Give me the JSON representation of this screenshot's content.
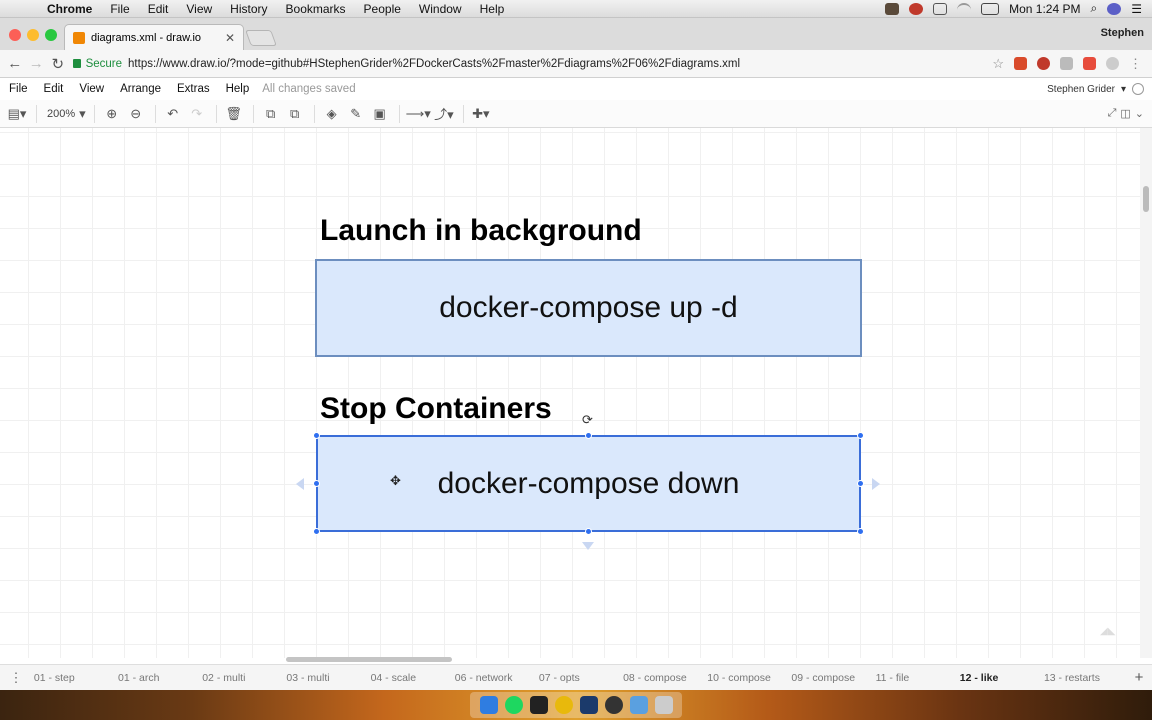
{
  "mac_menubar": {
    "app_name": "Chrome",
    "menus": [
      "File",
      "Edit",
      "View",
      "History",
      "Bookmarks",
      "People",
      "Window",
      "Help"
    ],
    "clock": "Mon 1:24 PM"
  },
  "browser": {
    "tab_title": "diagrams.xml - draw.io",
    "tab_close": "✕",
    "profile_name": "Stephen",
    "secure_label": "Secure",
    "url": "https://www.draw.io/?mode=github#HStephenGrider%2FDockerCasts%2Fmaster%2Fdiagrams%2F06%2Fdiagrams.xml"
  },
  "drawio_menu": {
    "items": [
      "File",
      "Edit",
      "View",
      "Arrange",
      "Extras",
      "Help"
    ],
    "save_status": "All changes saved",
    "user": "Stephen Grider"
  },
  "toolbar": {
    "zoom": "200%"
  },
  "diagram": {
    "heading_1": "Launch in background",
    "box_1": "docker-compose up -d",
    "heading_2": "Stop Containers",
    "box_2": "docker-compose down"
  },
  "page_tabs": [
    {
      "label": "01 - step"
    },
    {
      "label": "01 - arch"
    },
    {
      "label": "02 - multi"
    },
    {
      "label": "03 - multi"
    },
    {
      "label": "04 - scale"
    },
    {
      "label": "06 - network"
    },
    {
      "label": "07 - opts"
    },
    {
      "label": "08 - compose"
    },
    {
      "label": "10 - compose"
    },
    {
      "label": "09 - compose"
    },
    {
      "label": "11 - file"
    },
    {
      "label": "12 - like",
      "active": true
    },
    {
      "label": "13 - restarts"
    }
  ],
  "colors": {
    "shape_fill": "#dae8fc",
    "shape_stroke": "#6c8ebf",
    "selection": "#2f6ff0"
  }
}
